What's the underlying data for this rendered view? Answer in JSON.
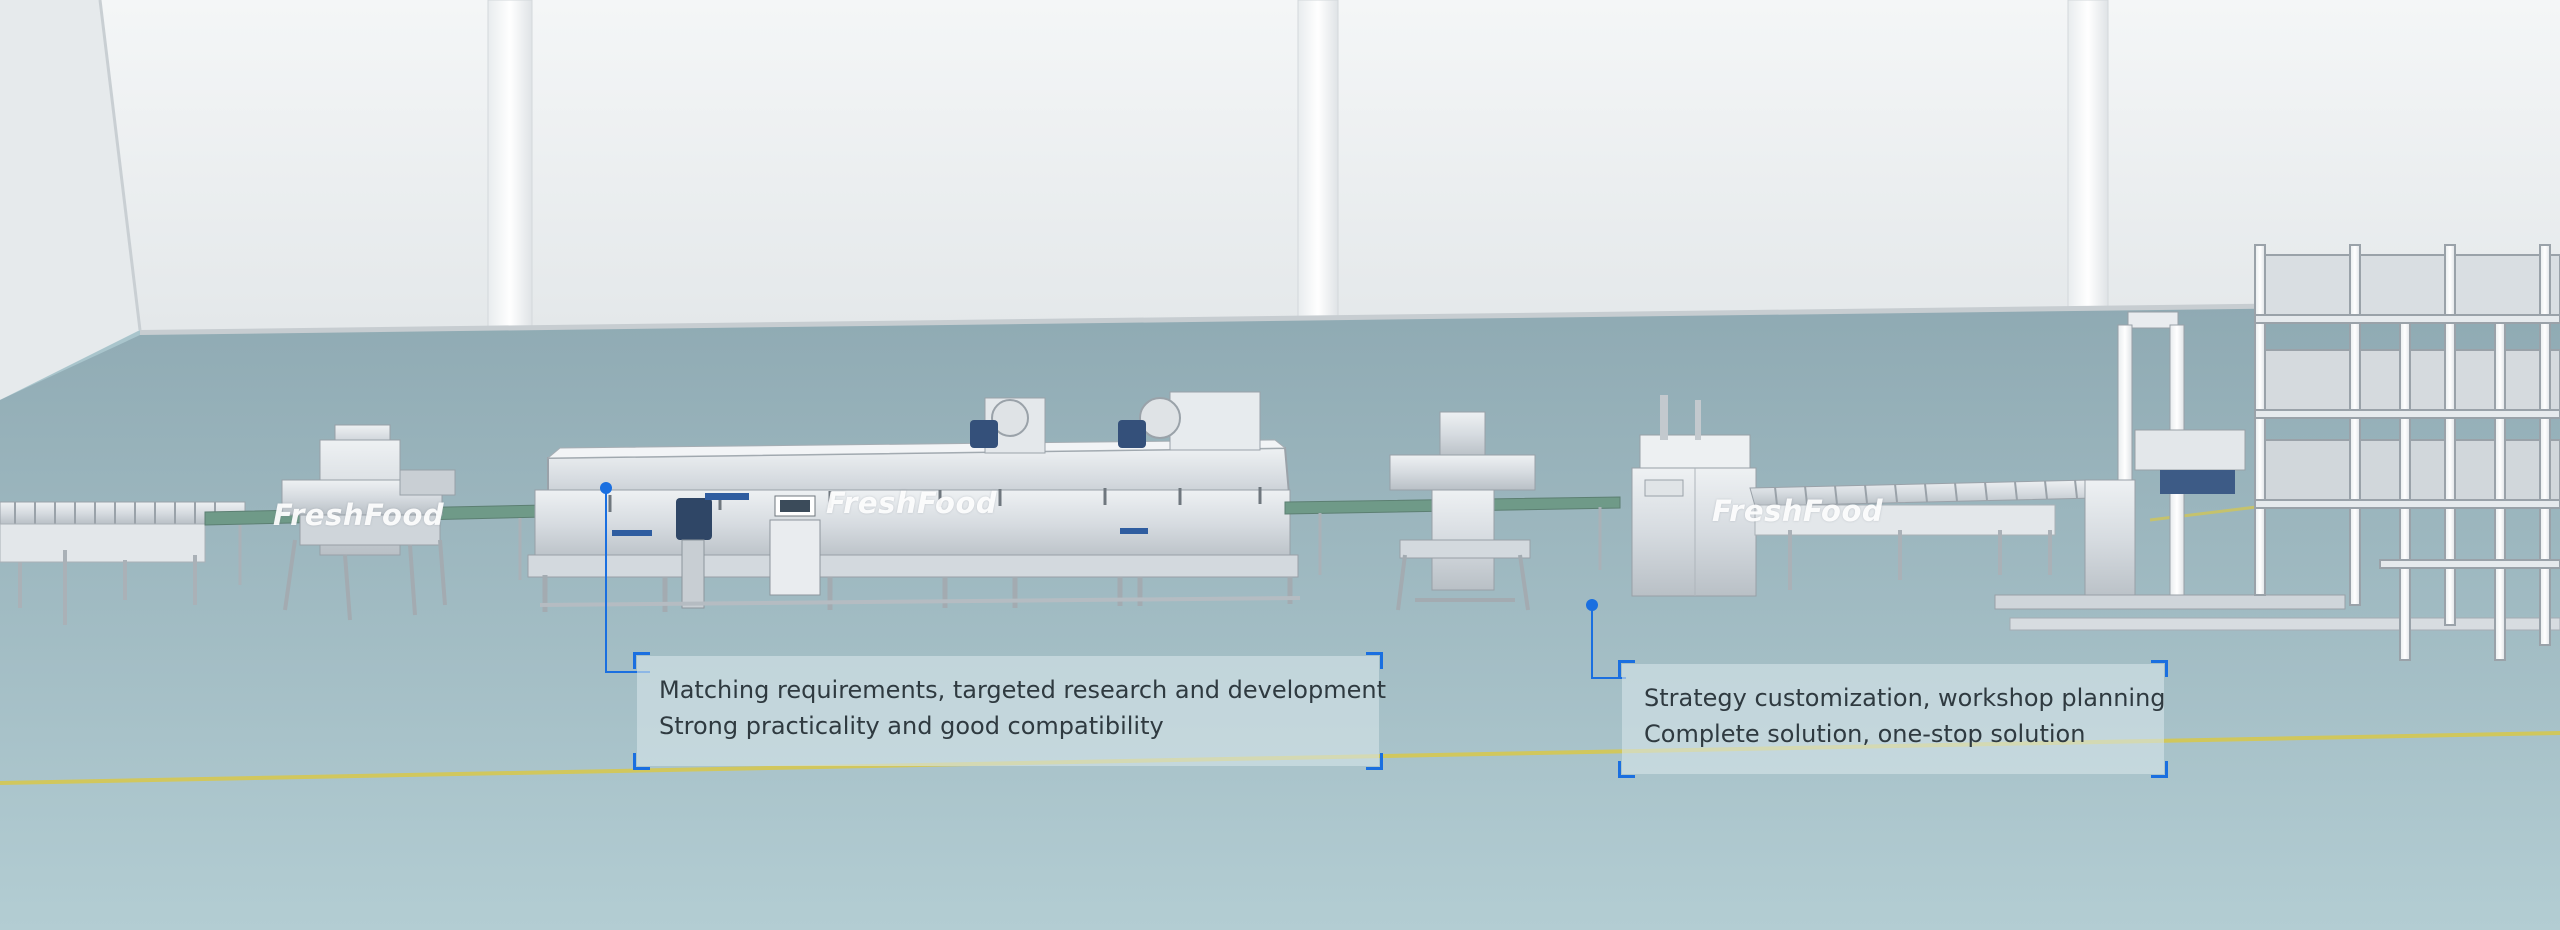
{
  "brand": {
    "name": "FreshFood"
  },
  "colors": {
    "accent": "#1a6fe0",
    "floor": "#a9c5cc",
    "wall": "#eef1f3",
    "yellow_line": "#d8c84a",
    "steel": "#d5dadf"
  },
  "callouts": [
    {
      "lines": [
        "Matching requirements, targeted research and development",
        "Strong practicality and good compatibility"
      ]
    },
    {
      "lines": [
        "Strategy customization, workshop planning",
        "Complete solution, one-stop solution"
      ]
    }
  ]
}
